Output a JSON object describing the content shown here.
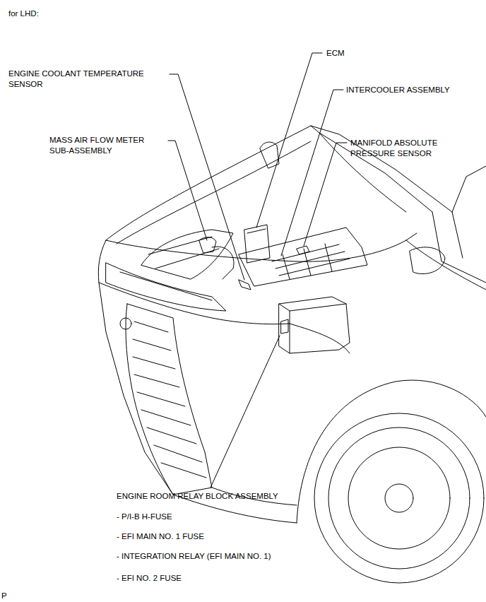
{
  "diagram": {
    "labels": [
      "for LHD:",
      "ENGINE COOLANT TEMPERATURE SENSOR",
      "ECM",
      "INTERCOOLER ASSEMBLY",
      "MASS AIR FLOW METER SUB-ASSEMBLY",
      "MANIFOLD ABSOLUTE PRESSURE SENSOR",
      "ENGINE ROOM RELAY BLOCK ASSEMBLY",
      "- P/I-B H-FUSE",
      "- EFI MAIN NO. 1 FUSE",
      "- INTEGRATION RELAY (EFI MAIN NO. 1)",
      "- EFI NO. 2 FUSE",
      "P"
    ]
  }
}
